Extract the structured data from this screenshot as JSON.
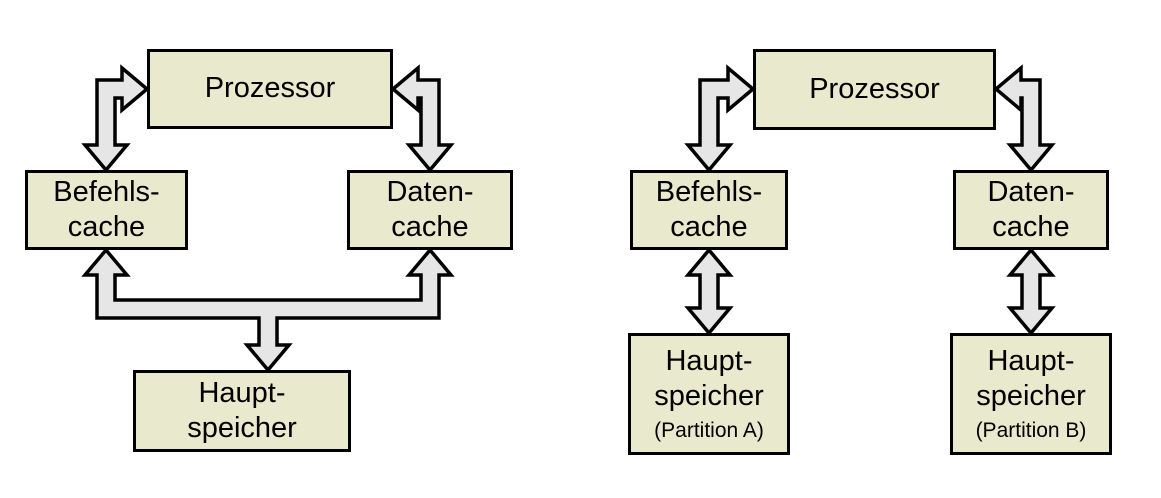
{
  "diagram": {
    "colors": {
      "box_fill": "#e9e9cd",
      "arrow_fill": "#e6e6e6",
      "outline": "#000000"
    },
    "left_panel": {
      "prozessor": "Prozessor",
      "befehlscache": "Befehls-\ncache",
      "datencache": "Daten-\ncache",
      "hauptspeicher": "Haupt-\nspeicher"
    },
    "right_panel": {
      "prozessor": "Prozessor",
      "befehlscache": "Befehls-\ncache",
      "datencache": "Daten-\ncache",
      "hauptspeicher_a": {
        "title": "Haupt-\nspeicher",
        "subtitle": "(Partition A)"
      },
      "hauptspeicher_b": {
        "title": "Haupt-\nspeicher",
        "subtitle": "(Partition B)"
      }
    }
  }
}
